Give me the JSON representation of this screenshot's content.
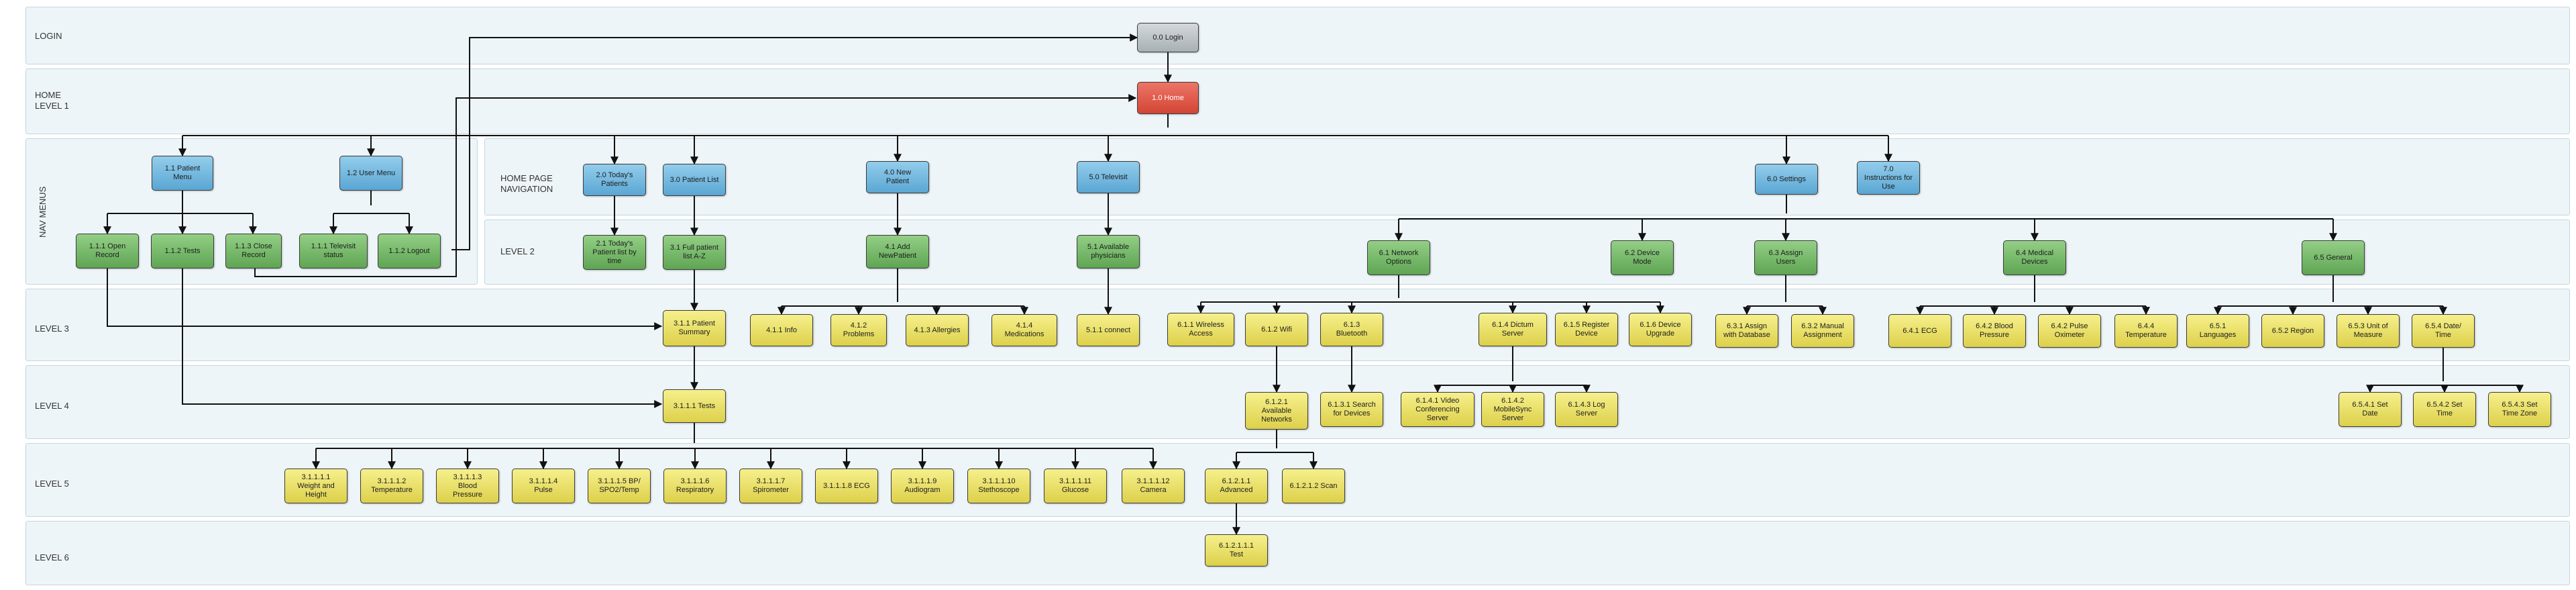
{
  "lanes": {
    "login": "LOGIN",
    "home": "HOME\nLEVEL 1",
    "nav": "NAV MENUS",
    "homenav": "HOME PAGE\nNAVIGATION",
    "level2": "LEVEL 2",
    "level3": "LEVEL 3",
    "level4": "LEVEL 4",
    "level5": "LEVEL 5",
    "level6": "LEVEL 6"
  },
  "nodes": {
    "login": "0.0 Login",
    "home": "1.0 Home",
    "patient_menu": "1.1 Patient\nMenu",
    "user_menu": "1.2 User Menu",
    "open_record": "1.1.1 Open\nRecord",
    "tests_menu": "1.1.2 Tests",
    "close_record": "1.1.3 Close\nRecord",
    "televisit_status": "1.1.1 Televisit\nstatus",
    "logout": "1.1.2 Logout",
    "todays_patients": "2.0 Today's\nPatients",
    "todays_list": "2.1 Today's\nPatient list by\ntime",
    "patient_list": "3.0 Patient List",
    "full_list": "3.1 Full patient\nlist A-Z",
    "patient_summary": "3.1.1 Patient\nSummary",
    "tests": "3.1.1.1 Tests",
    "t1": "3.1.1.1.1\nWeight and\nHeight",
    "t2": "3.1.1.1.2\nTemperature",
    "t3": "3.1.1.1.3\nBlood\nPressure",
    "t4": "3.1.1.1.4\nPulse",
    "t5": "3.1.1.1.5 BP/\nSPO2/Temp",
    "t6": "3.1.1.1.6\nRespiratory",
    "t7": "3.1.1.1.7\nSpirometer",
    "t8": "3.1.1.1.8 ECG",
    "t9": "3.1.1.1.9\nAudiogram",
    "t10": "3.1.1.1.10\nStethoscope",
    "t11": "3.1.1.1.11\nGlucose",
    "t12": "3.1.1.1.12\nCamera",
    "new_patient": "4.0 New\nPatient",
    "add_patient": "4.1 Add\nNewPatient",
    "info": "4.1.1 Info",
    "problems": "4.1.2\nProblems",
    "allergies": "4.1.3 Allergies",
    "medications": "4.1.4\nMedications",
    "televisit": "5.0 Televisit",
    "physicians": "5.1 Available\nphysicians",
    "connect": "5.1.1 connect",
    "settings": "6.0 Settings",
    "instructions": "7.0\nInstructions for\nUse",
    "network": "6.1 Network\nOptions",
    "device_mode": "6.2 Device\nMode",
    "assign_users": "6.3 Assign\nUsers",
    "medical_devices": "6.4 Medical\nDevices",
    "general": "6.5 General",
    "wireless": "6.1.1 Wireless\nAccess",
    "wifi": "6.1.2 Wifi",
    "bluetooth": "6.1.3\nBluetooth",
    "dictum": "6.1.4 Dictum\nServer",
    "register": "6.1.5 Register\nDevice",
    "upgrade": "6.1.6 Device\nUpgrade",
    "assign_db": "6.3.1 Assign\nwith Database",
    "manual_assign": "6.3.2 Manual\nAssignment",
    "ecg": "6.4.1 ECG",
    "bp": "6.4.2 Blood\nPressure",
    "pulse_ox": "6.4.2 Pulse\nOximeter",
    "temperature": "6.4.4\nTemperature",
    "languages": "6.5.1\nLanguages",
    "region": "6.5.2 Region",
    "unit": "6.5.3 Unit of\nMeasure",
    "datetime": "6.5.4 Date/\nTime",
    "available_networks": "6.1.2.1\nAvailable\nNetworks",
    "bt_search": "6.1.3.1 Search\nfor Devices",
    "video_server": "6.1.4.1 Video\nConferencing\nServer",
    "mobilesync": "6.1.4.2\nMobileSync\nServer",
    "log_server": "6.1.4.3 Log\nServer",
    "set_date": "6.5.4.1 Set\nDate",
    "set_time": "6.5.4.2 Set\nTime",
    "set_timezone": "6.5.4.3 Set\nTime Zone",
    "advanced": "6.1.2.1.1\nAdvanced",
    "scan": "6.1.2.1.2 Scan",
    "test": "6.1.2.1.1.1\nTest"
  },
  "colors": {
    "grey": "#b8bfc3",
    "red": "#dd5544",
    "blue": "#6fb6de",
    "green": "#74b568",
    "yellow": "#e8de6a",
    "lane_fill": "#eef5f8",
    "connector": "#111111"
  }
}
